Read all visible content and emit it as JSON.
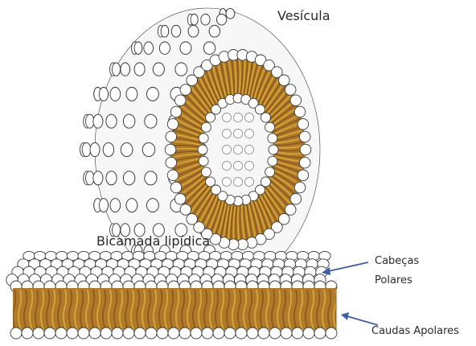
{
  "labels": {
    "vesicle_title": "Vesícula",
    "bilayer_title": "Bicamada lipídica",
    "heads_line1": "Cabeças",
    "heads_line2": "Polares",
    "tails": "Caudas Apolares"
  },
  "colors": {
    "head_fill": "#ffffff",
    "head_stroke": "#3a3a3a",
    "tail_light": "#d9a93a",
    "tail_dark": "#8a5a1c",
    "tail_band": "#b07a2a",
    "arrow": "#3b5fa6"
  }
}
